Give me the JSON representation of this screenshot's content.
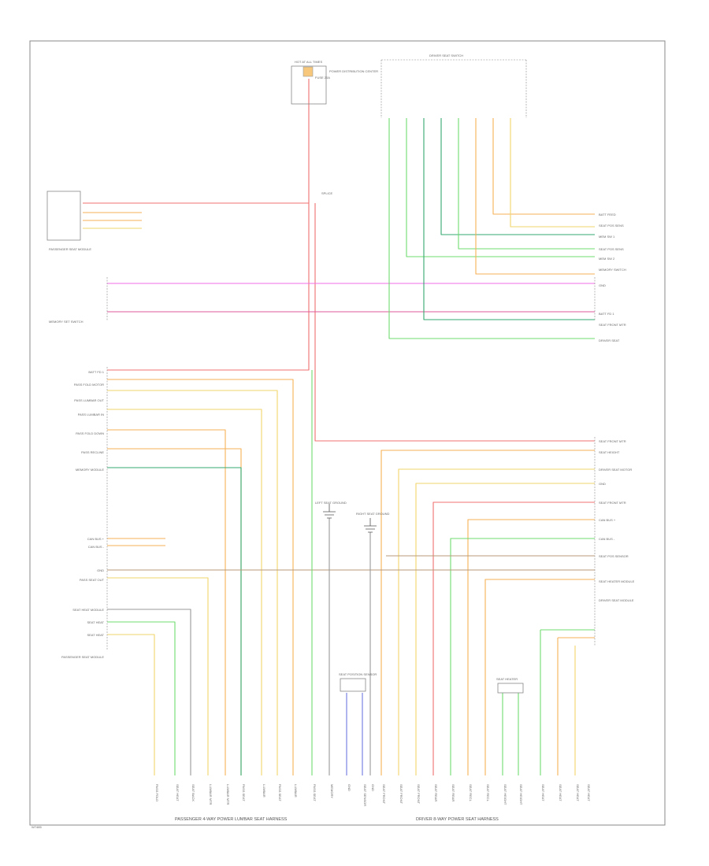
{
  "diagram": {
    "id_label": "W7485",
    "footer_left": "PASSENGER 4-WAY POWER LUMBAR SEAT HARNESS",
    "footer_right": "DRIVER 8-WAY POWER SEAT HARNESS",
    "colors": {
      "red": "#f07070",
      "orange": "#f6b257",
      "yellow": "#f2d56b",
      "green": "#6fdc6f",
      "dark_green": "#36a870",
      "pink": "#f06ee6",
      "magenta": "#e05a9a",
      "blue": "#6f76e0",
      "gray": "#999999",
      "brown": "#b89a7a"
    }
  },
  "top_box": {
    "label": "HOT AT ALL TIMES",
    "fuse": "FUSE 20A",
    "note": "POWER DISTRIBUTION CENTER",
    "splice": "SPLICE"
  },
  "seat_switch": {
    "title": "DRIVER SEAT SWITCH"
  },
  "left_module": {
    "title": "PASSENGER SEAT MODULE"
  },
  "memory_switch": {
    "title": "MEMORY SET SWITCH"
  },
  "ground_left": {
    "label": "LEFT SEAT GROUND"
  },
  "ground_right": {
    "label": "RIGHT SEAT GROUND"
  },
  "sensor_box": {
    "label": "SEAT POSITION SENSOR"
  },
  "heater_box": {
    "label": "SEAT HEATER"
  },
  "left_labels": [
    "BATT FD 1",
    "PASS FOLD MOTOR",
    "PASS LUMBAR OUT",
    "PASS LUMBAR IN",
    "PASS FOLD DOWN",
    "PASS RECLINE",
    "MEMORY MODULE",
    "CAN BUS +",
    "CAN BUS -",
    "GND",
    "PASS SEAT OUT",
    "SEAT HEAT MODULE",
    "SEAT HEAT",
    "SEAT HEAT",
    "PASSENGER SEAT MODULE"
  ],
  "right_labels": [
    "BATT FEED",
    "SEAT POS SENS",
    "MEM SW 1",
    "SEAT POS SENS",
    "MEM SW 2",
    "MEMORY SWITCH",
    "GND",
    "BATT FD 1",
    "SEAT FRONT MTR",
    "DRIVER SEAT",
    "SEAT FRONT MTR",
    "SEAT HEIGHT",
    "DRIVER SEAT MOTOR",
    "GND",
    "SEAT FRONT MTR",
    "CAN BUS +",
    "CAN BUS -",
    "SEAT POS SENSOR",
    "SEAT HEATER MODULE",
    "DRIVER SEAT MODULE"
  ],
  "bottom_labels": [
    "PASS FOLD",
    "SEAT HEAT",
    "SEAT BACK",
    "LUMBAR MTR",
    "LUMBAR MTR",
    "PASS SEAT",
    "LUMBAR",
    "PASS SEAT",
    "LUMBAR",
    "PASS SEAT",
    "MEMORY",
    "GND",
    "SEAT SENSOR",
    "GND",
    "SEAT FRONT",
    "SEAT FRONT",
    "SEAT FRONT",
    "SEAT REAR",
    "SEAT REAR",
    "SEAT RECL",
    "SEAT RECL",
    "SEAT HEIGHT",
    "SEAT HEIGHT",
    "SEAT HEAT",
    "SEAT HEAT",
    "SEAT HEAT",
    "SEAT HEAT"
  ]
}
